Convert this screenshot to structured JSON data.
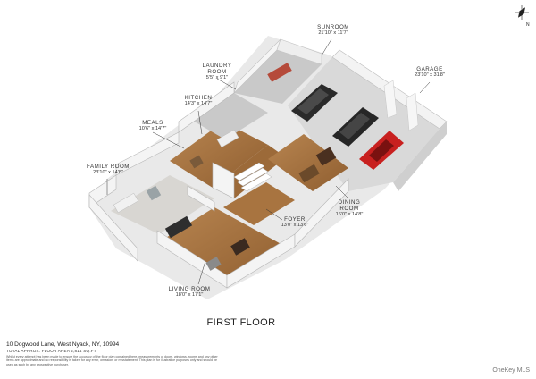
{
  "rooms": {
    "sunroom": {
      "name": "SUNROOM",
      "dims": "21'10\" x 11'7\""
    },
    "laundry": {
      "name": "LAUNDRY ROOM",
      "dims": "5'5\" x 9'1\""
    },
    "garage": {
      "name": "GARAGE",
      "dims": "23'10\" x 31'8\""
    },
    "kitchen": {
      "name": "KITCHEN",
      "dims": "14'3\" x 14'7\""
    },
    "meals": {
      "name": "MEALS",
      "dims": "10'6\" x 14'7\""
    },
    "family": {
      "name": "FAMILY ROOM",
      "dims": "23'10\" x 14'8\""
    },
    "dining": {
      "name": "DINING ROOM",
      "dims": "16'0\" x 14'8\""
    },
    "foyer": {
      "name": "FOYER",
      "dims": "13'0\" x 13'6\""
    },
    "living": {
      "name": "LIVING ROOM",
      "dims": "18'0\" x 17'1\""
    }
  },
  "floor_title": "FIRST FLOOR",
  "address": "10 Dogwood Lane, West Nyack, NY, 10994",
  "total_area": "TOTAL APPROX. FLOOR AREA 2,814 SQ.FT",
  "disclaimer": "Whilst every attempt has been made to ensure the accuracy of the floor plan contained here, measurements of doors, windows, rooms and any other items are approximate and no responsibility is taken for any error, omission, or misstatement. This plan is for illustrative purposes only and should be used as such by any prospective purchaser.",
  "watermark": "OneKey MLS",
  "compass": {
    "label": "N"
  },
  "colors": {
    "floor_wood": "#a9743f",
    "wall": "#f4f4f4",
    "wall_shade": "#bdbdbd",
    "garage_floor": "#dcdcdc",
    "car_accent": "#c8201f"
  }
}
